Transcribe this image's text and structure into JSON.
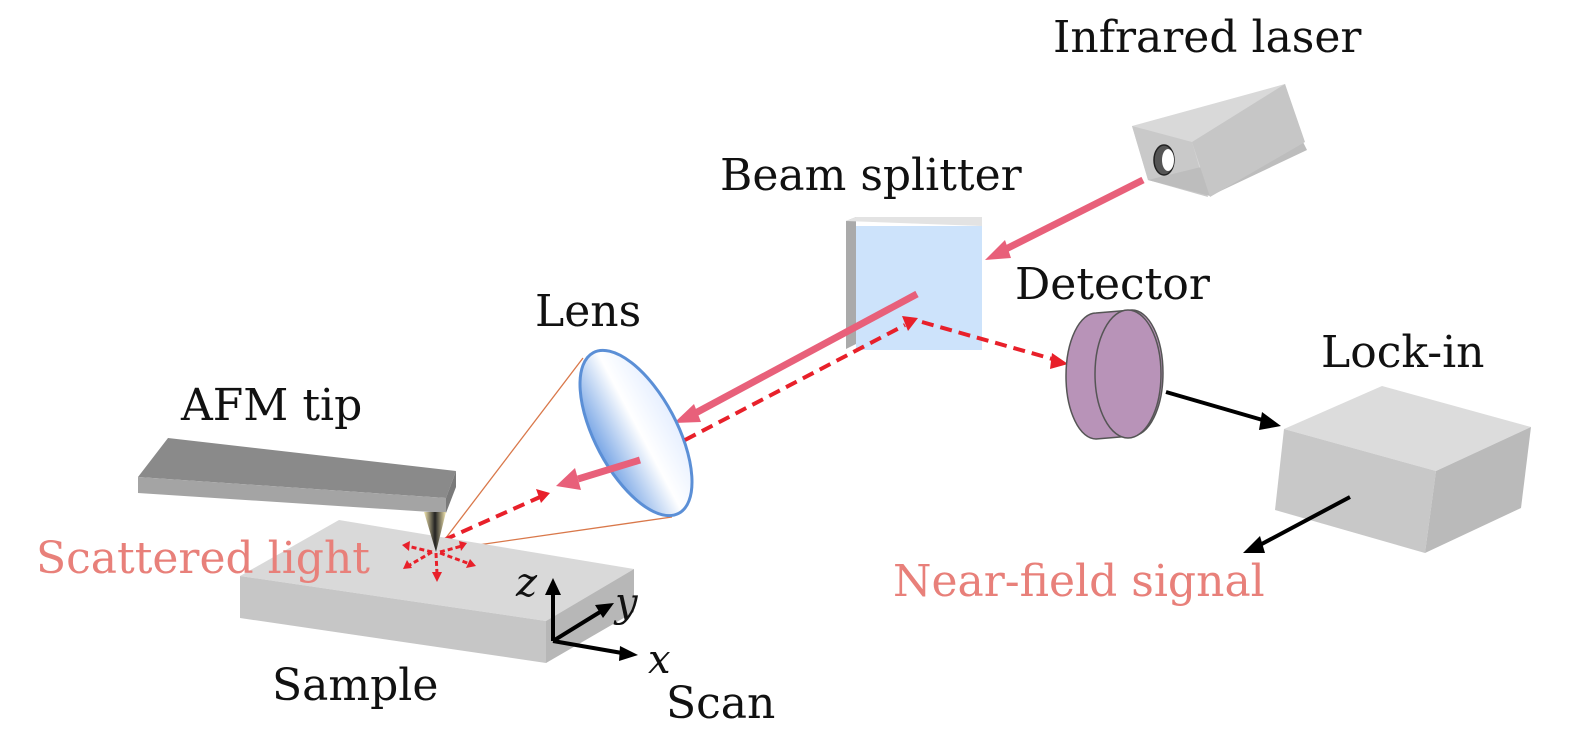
{
  "labels": {
    "infrared_laser": "Infrared laser",
    "beam_splitter": "Beam splitter",
    "detector": "Detector",
    "lens": "Lens",
    "lock_in": "Lock-in",
    "afm_tip": "AFM tip",
    "scattered_light": "Scattered light",
    "near_field_signal": "Near-field signal",
    "sample": "Sample",
    "scan": "Scan",
    "axis_z": "z",
    "axis_y": "y",
    "axis_x": "x"
  },
  "colors": {
    "beam": "#e8607a",
    "scattered": "#e8202a",
    "signal_text": "#e8807a",
    "splitter": "#cde3fb",
    "detector": "#b893b8",
    "lens_edge": "#5b8fd6",
    "gray_light": "#d9d9d9",
    "gray_mid": "#c4c4c4",
    "gray_dark": "#a8a8a8"
  }
}
